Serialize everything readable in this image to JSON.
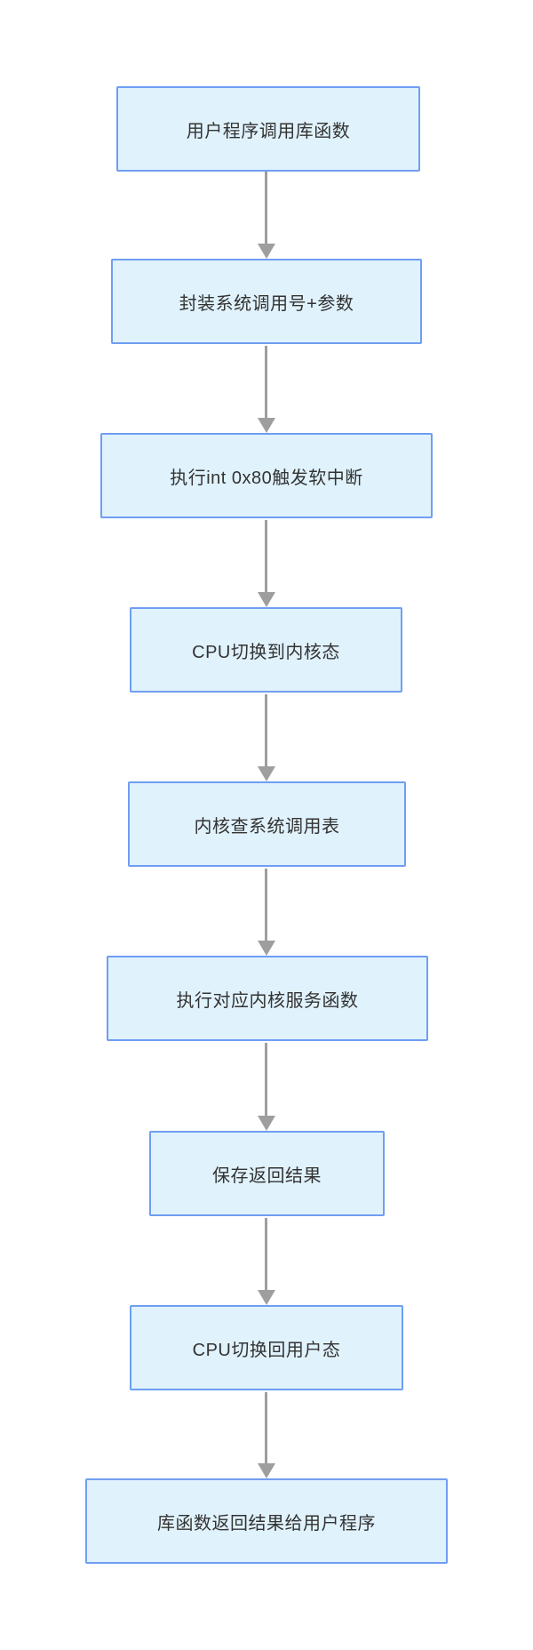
{
  "flowchart": {
    "type": "flowchart",
    "direction": "top-down",
    "nodes": [
      {
        "id": 1,
        "label": "用户程序调用库函数"
      },
      {
        "id": 2,
        "label": "封装系统调用号+参数"
      },
      {
        "id": 3,
        "label": "执行int 0x80触发软中断"
      },
      {
        "id": 4,
        "label": "CPU切换到内核态"
      },
      {
        "id": 5,
        "label": "内核查系统调用表"
      },
      {
        "id": 6,
        "label": "执行对应内核服务函数"
      },
      {
        "id": 7,
        "label": "保存返回结果"
      },
      {
        "id": 8,
        "label": "CPU切换回用户态"
      },
      {
        "id": 9,
        "label": "库函数返回结果给用户程序"
      }
    ],
    "edges": [
      {
        "from": 1,
        "to": 2
      },
      {
        "from": 2,
        "to": 3
      },
      {
        "from": 3,
        "to": 4
      },
      {
        "from": 4,
        "to": 5
      },
      {
        "from": 5,
        "to": 6
      },
      {
        "from": 6,
        "to": 7
      },
      {
        "from": 7,
        "to": 8
      },
      {
        "from": 8,
        "to": 9
      }
    ],
    "colors": {
      "background": "#ffffff",
      "node_fill": "#e0f2fc",
      "node_border": "#6f9ef2",
      "arrow": "#9e9e9e",
      "text": "#333333"
    }
  }
}
